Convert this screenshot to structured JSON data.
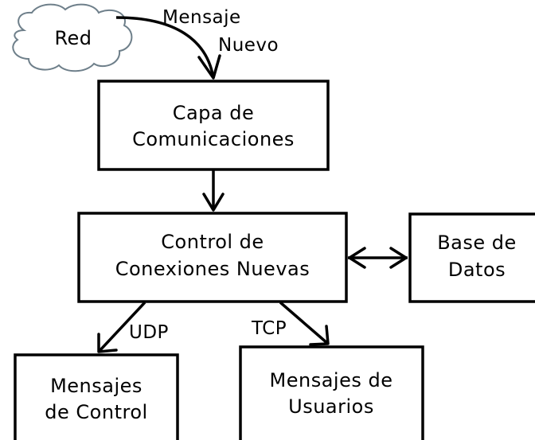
{
  "nodes": {
    "red": {
      "label": "Red"
    },
    "capa": {
      "lines": [
        "Capa de",
        "Comunicaciones"
      ]
    },
    "control_conexiones": {
      "lines": [
        "Control de",
        "Conexiones Nuevas"
      ]
    },
    "base_datos": {
      "lines": [
        "Base de",
        "Datos"
      ]
    },
    "mensajes_control": {
      "lines": [
        "Mensajes",
        "de Control"
      ]
    },
    "mensajes_usuarios": {
      "lines": [
        "Mensajes de",
        "Usuarios"
      ]
    }
  },
  "edges": {
    "red_to_capa": {
      "lines": [
        "Mensaje",
        "Nuevo"
      ]
    },
    "capa_to_control": {
      "label": ""
    },
    "control_base": {
      "label": ""
    },
    "control_to_mensajes_control": {
      "label": "UDP"
    },
    "control_to_mensajes_usuarios": {
      "label": "TCP"
    }
  },
  "colors": {
    "stroke": "#000000",
    "cloud_outline": "#6e7f8a",
    "background": "#ffffff"
  }
}
